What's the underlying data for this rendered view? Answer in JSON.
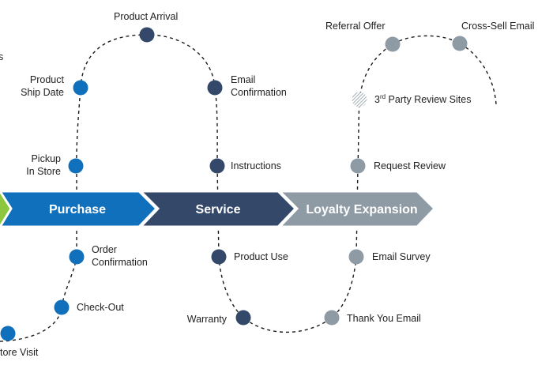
{
  "colors": {
    "purchase": "#1170bb",
    "service": "#34496a",
    "loyalty": "#8e9aa4",
    "prev_stage": "#8dc63f",
    "path": "#1a1a1a",
    "text": "#222222"
  },
  "stages": {
    "purchase": "Purchase",
    "service": "Service",
    "loyalty": "Loyalty Expansion"
  },
  "touchpoints": {
    "store_visit": "tore Visit",
    "check_out": "Check-Out",
    "order_confirmation": [
      "Order",
      "Confirmation"
    ],
    "pickup_in_store": [
      "Pickup",
      "In Store"
    ],
    "product_ship_date": [
      "Product",
      "Ship Date"
    ],
    "product_arrival": "Product Arrival",
    "email_confirmation": [
      "Email",
      "Confirmation"
    ],
    "instructions": "Instructions",
    "product_use": "Product Use",
    "warranty": "Warranty",
    "thank_you_email": "Thank You Email",
    "email_survey": "Email Survey",
    "request_review": "Request Review",
    "third_party_review_sup": "rd",
    "third_party_review_prefix": "3",
    "third_party_review_rest": " Party Review Sites",
    "referral_offer": "Referral Offer",
    "cross_sell_email": "Cross-Sell Email",
    "cut_edge_text": "s"
  }
}
